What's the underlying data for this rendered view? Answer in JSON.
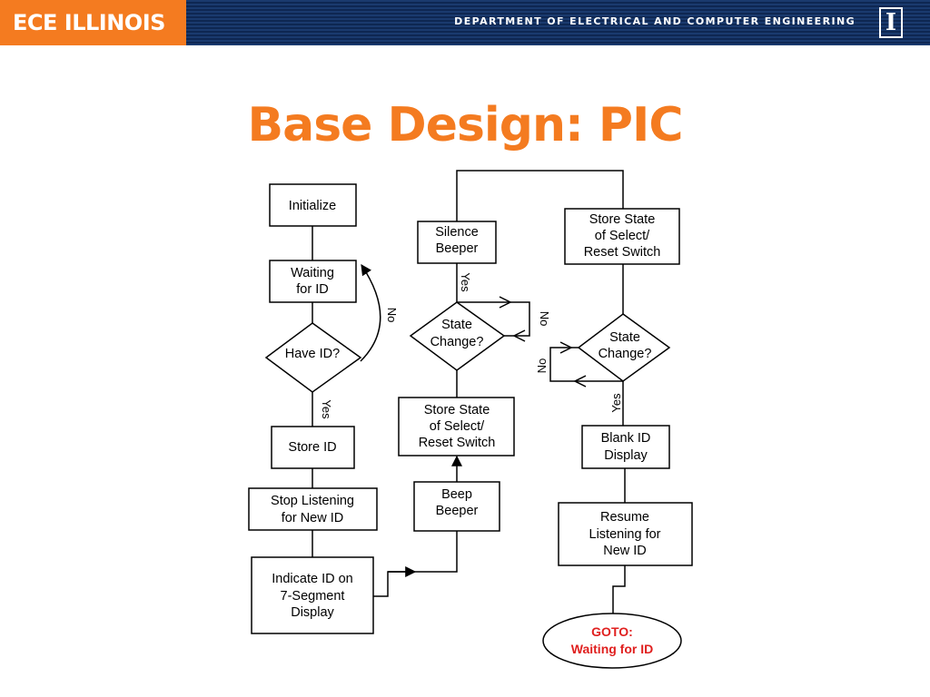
{
  "header": {
    "brand": "ECE ILLINOIS",
    "department": "DEPARTMENT OF ELECTRICAL AND COMPUTER ENGINEERING",
    "logo_letter": "I"
  },
  "slide": {
    "title": "Base Design: PIC"
  },
  "nodes": {
    "initialize": [
      "Initialize"
    ],
    "waiting": [
      "Waiting",
      "for ID"
    ],
    "have_id": [
      "Have ID?"
    ],
    "store_id": [
      "Store ID"
    ],
    "stop_listening": [
      "Stop Listening",
      "for New ID"
    ],
    "indicate": [
      "Indicate ID on",
      "7-Segment",
      "Display"
    ],
    "beep": [
      "Beep",
      "Beeper"
    ],
    "store_state_1": [
      "Store State",
      "of Select/",
      "Reset Switch"
    ],
    "state_change_1": [
      "State",
      "Change?"
    ],
    "silence": [
      "Silence",
      "Beeper"
    ],
    "store_state_2": [
      "Store State",
      "of Select/",
      "Reset Switch"
    ],
    "state_change_2": [
      "State",
      "Change?"
    ],
    "blank_id": [
      "Blank ID",
      "Display"
    ],
    "resume": [
      "Resume",
      "Listening for",
      "New ID"
    ],
    "goto": [
      "GOTO:",
      "Waiting for ID"
    ]
  },
  "edge_labels": {
    "have_id_no": "No",
    "have_id_yes": "Yes",
    "state_change_1_yes": "Yes",
    "state_change_1_no": "No",
    "state_change_2_no": "No",
    "state_change_2_yes": "Yes"
  }
}
